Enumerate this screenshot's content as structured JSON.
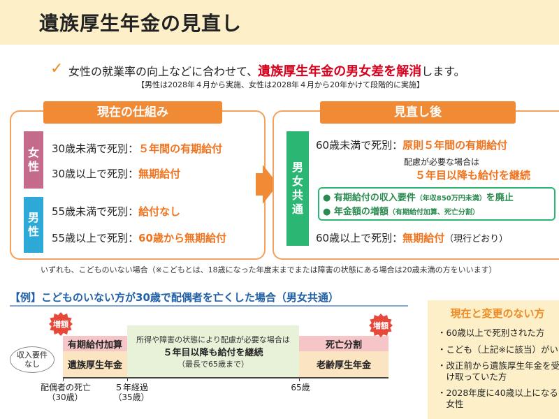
{
  "title": "遺族厚生年金の見直し",
  "intro": {
    "check_icon": "check-icon",
    "pre": "女性の就業率の向上などに合わせて、",
    "highlight": "遺族厚生年金の男女差を解消",
    "post": "します。",
    "note": "【男性は2028年４月から実施、女性は2028年４月から20年かけて段階的に実施】"
  },
  "current": {
    "header": "現在の仕組み",
    "female_tag": [
      "女",
      "性"
    ],
    "female_rows": [
      {
        "label": "30歳未満で死別：",
        "value": "５年間の有期給付"
      },
      {
        "label": "30歳以上で死別：",
        "value": "無期給付"
      }
    ],
    "male_tag": [
      "男",
      "性"
    ],
    "male_rows": [
      {
        "label": "55歳未満で死別：",
        "value": "給付なし"
      },
      {
        "label": "55歳以上で死別：",
        "value": "60歳から無期給付"
      }
    ]
  },
  "revised": {
    "header": "見直し後",
    "common_tag": [
      "男",
      "女",
      "共",
      "通"
    ],
    "row1": {
      "label": "60歳未満で死別：",
      "value": "原則５年間の有期給付"
    },
    "care_sub": "配慮が必要な場合は",
    "care_value": "５年目以降も給付を継続",
    "green_items": [
      {
        "bullet": "●",
        "main": "有期給付の収入要件",
        "small": "（年収850万円未満）",
        "tail": "を廃止"
      },
      {
        "bullet": "●",
        "main": "年金額の増額",
        "small": "（有期給付加算、死亡分割）",
        "tail": ""
      }
    ],
    "row2": {
      "label": "60歳以上で死別：",
      "value": "無期給付",
      "suffix": "（現行どおり）"
    }
  },
  "footnote": "いずれも、こどものいない場合（※こどもとは、18歳になった年度末までまたは障害の状態にある場合は20歳未満の方をいいます）",
  "example": {
    "title": "【例】こどものいない方が30歳で配偶者を亡くした場合（男女共通）",
    "zougaku": "増額",
    "bubble": [
      "収入要件",
      "なし"
    ],
    "bar_yuki": "有期給付加算",
    "bar_izoku": "遺族厚生年金",
    "middle_small": "所得や障害の状態により配慮が必要な場合は",
    "middle_bold": "５年目以降も給付を継続",
    "middle_note": "（最長で65歳まで）",
    "bar_shibo": "死亡分割",
    "bar_rourei": "老齢厚生年金",
    "axis": {
      "t1": [
        "配偶者の死亡",
        "（30歳）"
      ],
      "t2": [
        "５年経過",
        "（35歳）"
      ],
      "t3": "65歳"
    }
  },
  "no_change": {
    "title": "現在と変更のない方",
    "items": [
      "・60歳以上で死別された方",
      "・こども（上記※に該当）がいる方",
      "・改正前から遺族厚生年金を受",
      "　け取っていた方",
      "・2028年度に40歳以上になる",
      "　女性"
    ]
  },
  "colors": {
    "accent": "#f08a35",
    "female": "#c46a8b",
    "male": "#2ca9d6",
    "common": "#2bb673",
    "highlight_red": "#d6001c"
  }
}
